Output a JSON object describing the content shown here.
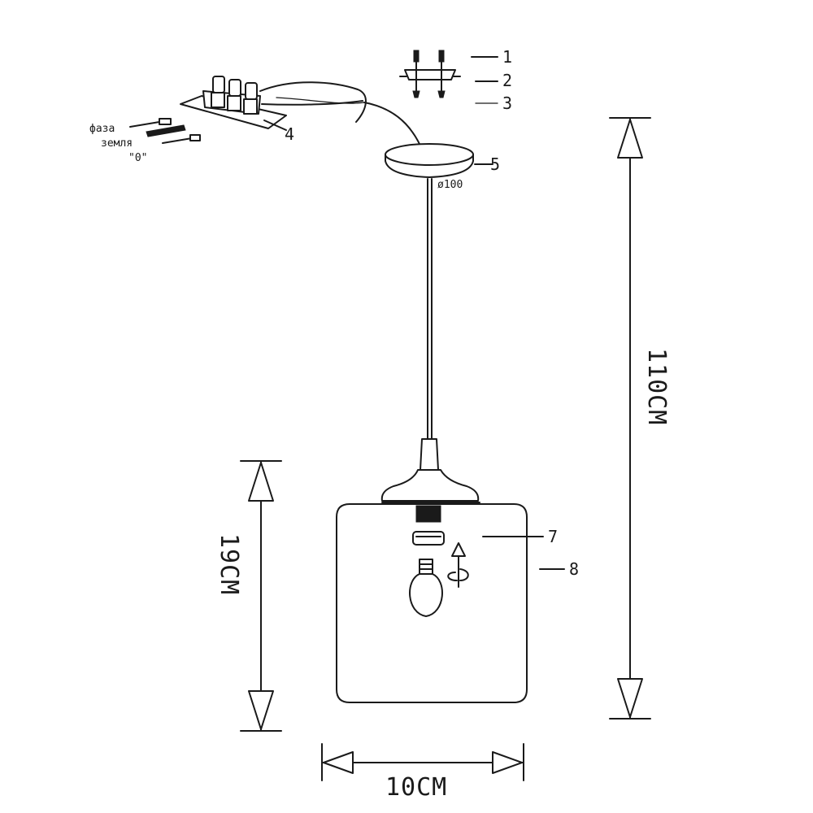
{
  "callouts": {
    "c1": "1",
    "c2": "2",
    "c3": "3",
    "c4": "4",
    "c5": "5",
    "c7": "7",
    "c8": "8"
  },
  "wire_labels": {
    "phase": "фаза",
    "earth": "земля",
    "neutral": "\"0\""
  },
  "canopy_diameter": "ø100",
  "dimensions": {
    "total_height": "110CM",
    "shade_height": "19CM",
    "shade_width": "10CM"
  }
}
